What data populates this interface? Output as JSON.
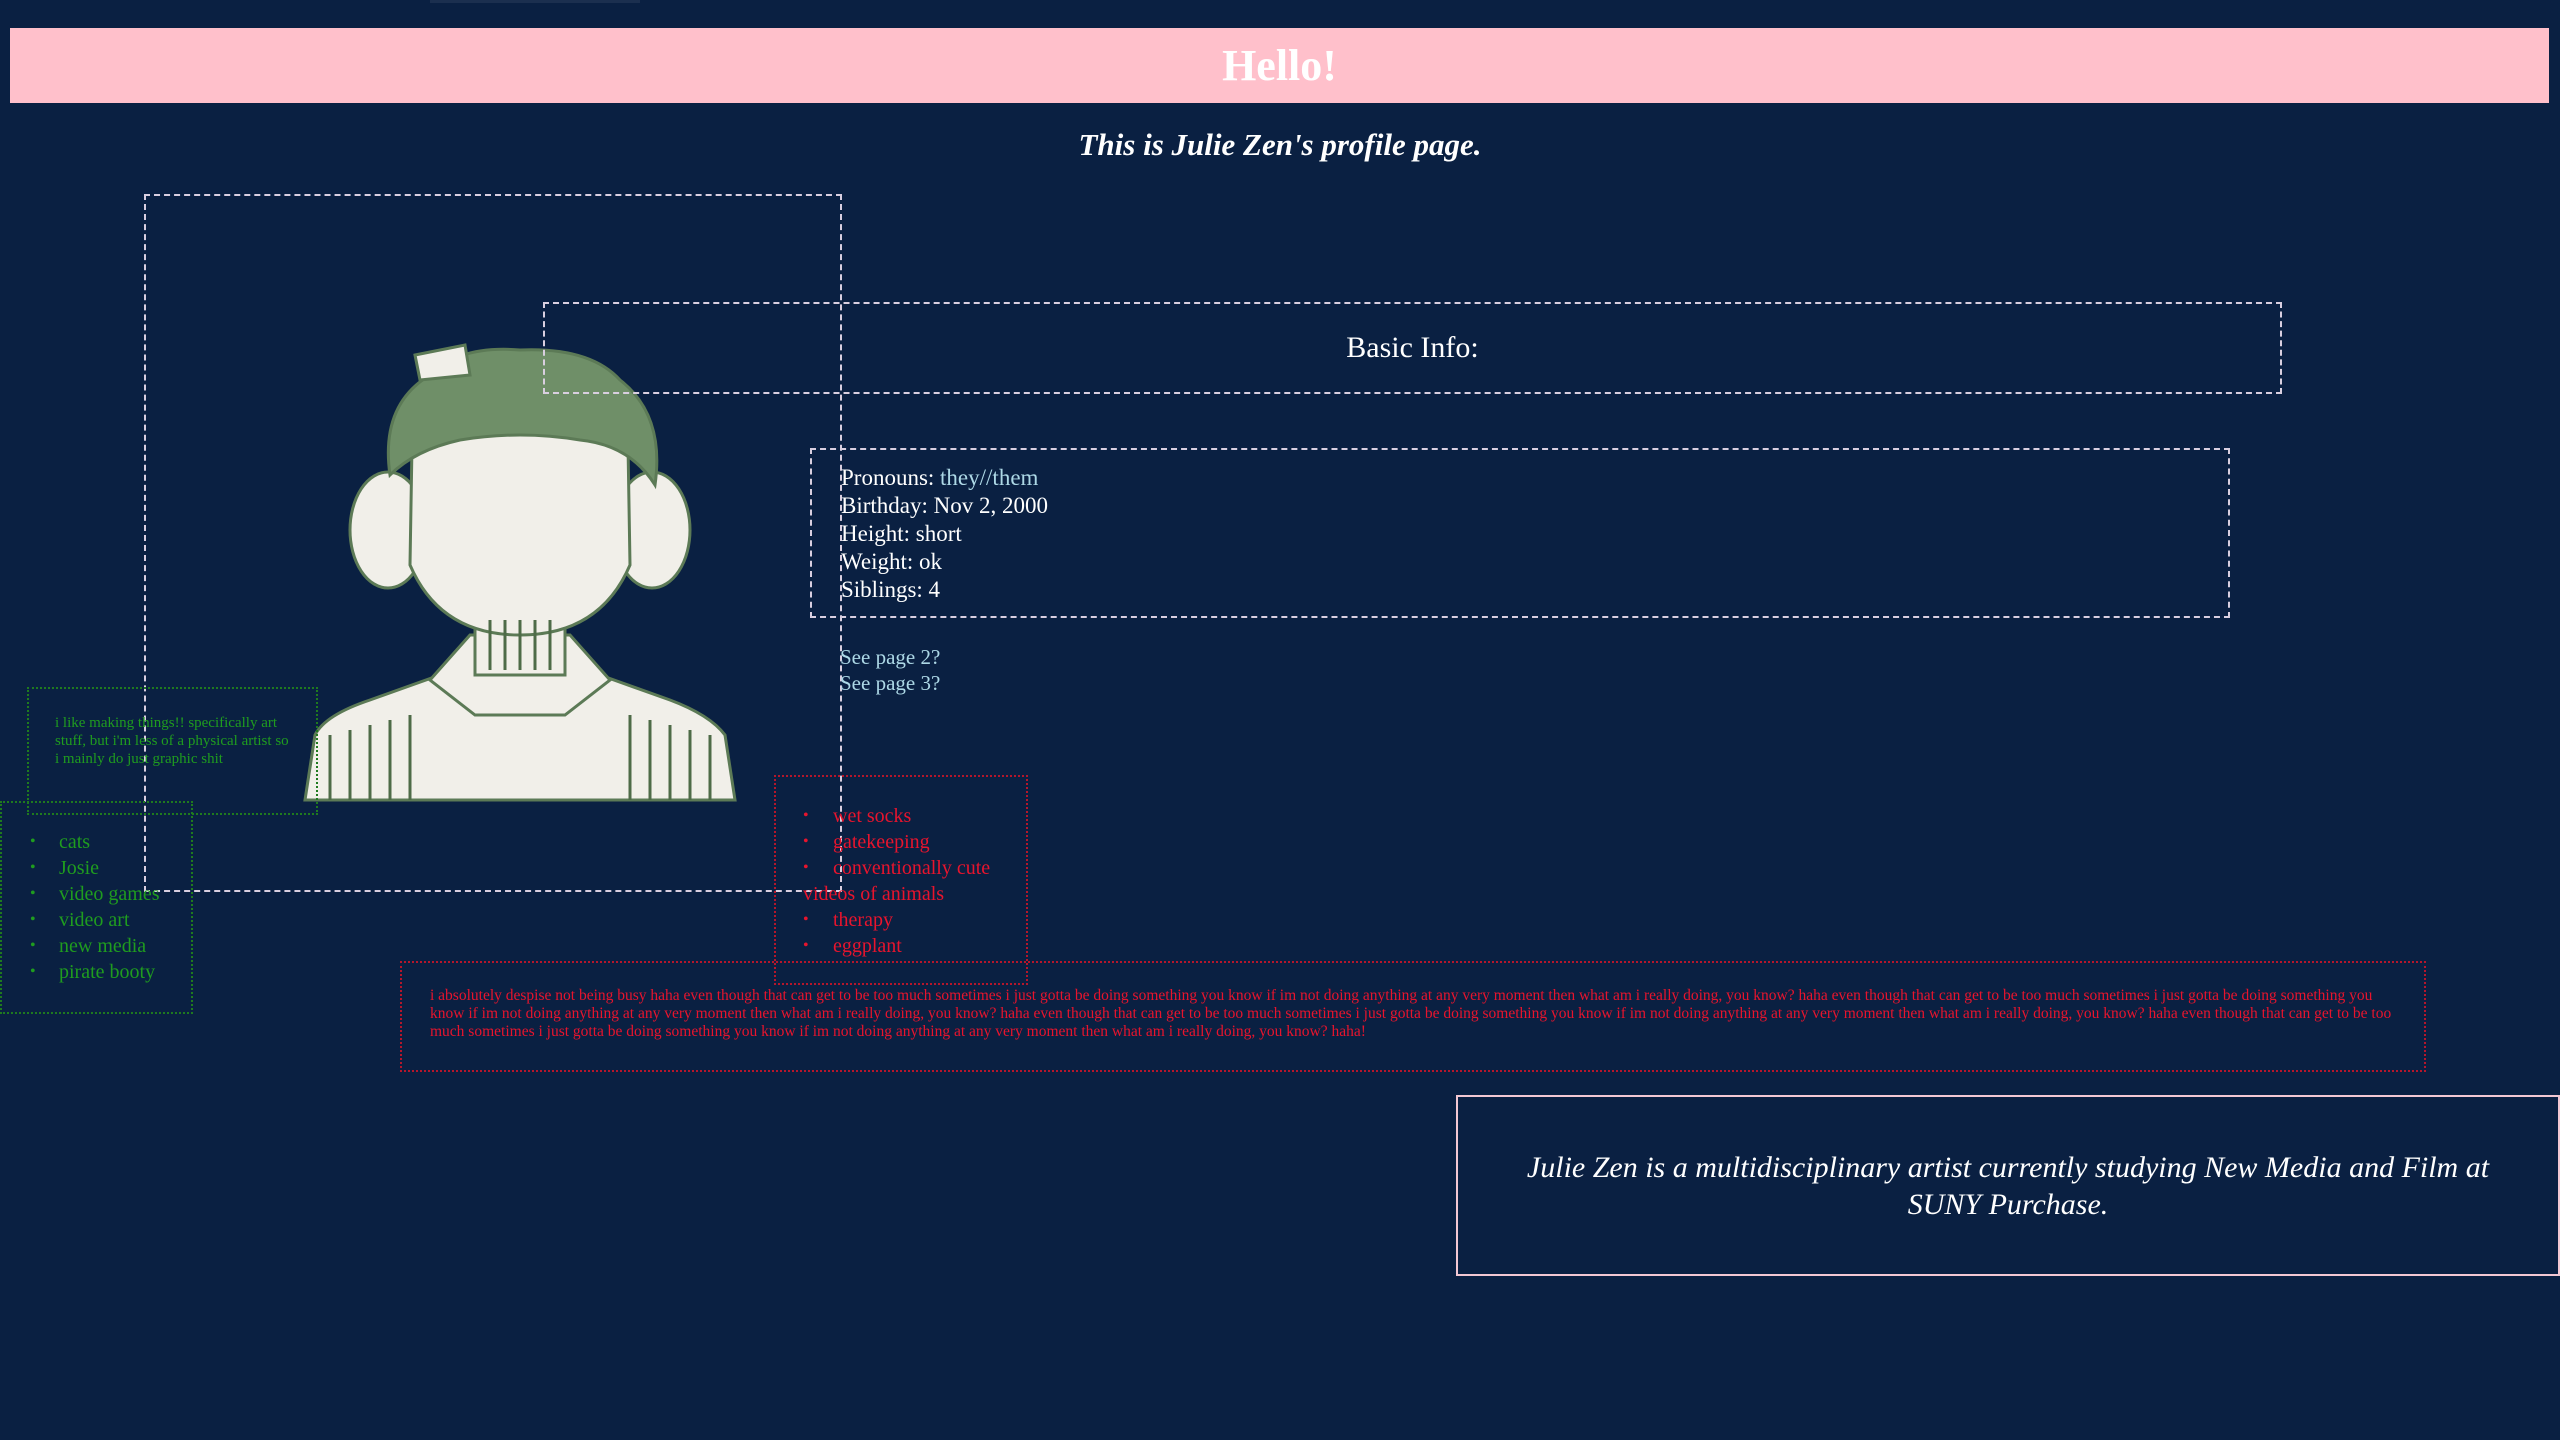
{
  "header": {
    "title": "Hello!"
  },
  "subtitle": "This is Julie Zen's profile page.",
  "portrait": {
    "icon": "sketch-portrait-icon",
    "colors": {
      "ink": "#5c7a56",
      "paper": "#f1efe9"
    }
  },
  "basic_info": {
    "title": "Basic Info:",
    "pronouns_label": "Pronouns: ",
    "pronouns_value": "they//them",
    "birthday": "Birthday: Nov 2, 2000",
    "height": "Height: short",
    "weight": "Weight: ok",
    "siblings": "Siblings: 4"
  },
  "page_links": [
    "See page 2?",
    "See page 3?"
  ],
  "bio": "i like making things!! specifically art stuff, but i'm less of a physical artist so i mainly do just graphic shit",
  "likes": [
    "cats",
    "Josie",
    "video games",
    "video art",
    "new media",
    "pirate booty"
  ],
  "dislikes": [
    "wet socks",
    "gatekeeping",
    "conventionally cute",
    "videos of animals",
    "therapy",
    "eggplant"
  ],
  "rant": "i absolutely despise not being busy haha even though that can get to be too much sometimes i just gotta be doing something you know if im not doing anything at any very moment then what am i really doing, you know? haha even though that can get to be too much sometimes i just gotta be doing something you know if im not doing anything at any very moment then what am i really doing, you know? haha even though that can get to be too much sometimes i just gotta be doing something you know if im not doing anything at any very moment then what am i really doing, you know? haha even though that can get to be too much sometimes i just gotta be doing something you know if im not doing anything at any very moment then what am i really doing, you know? haha!",
  "about": "Julie Zen is a multidisciplinary artist currently studying New Media and Film at SUNY Purchase.",
  "colors": {
    "background": "#0a2042",
    "banner": "#ffc0cb",
    "link": "#add8e6",
    "likes": "#1f9c1f",
    "dislikes": "#e8142d"
  }
}
